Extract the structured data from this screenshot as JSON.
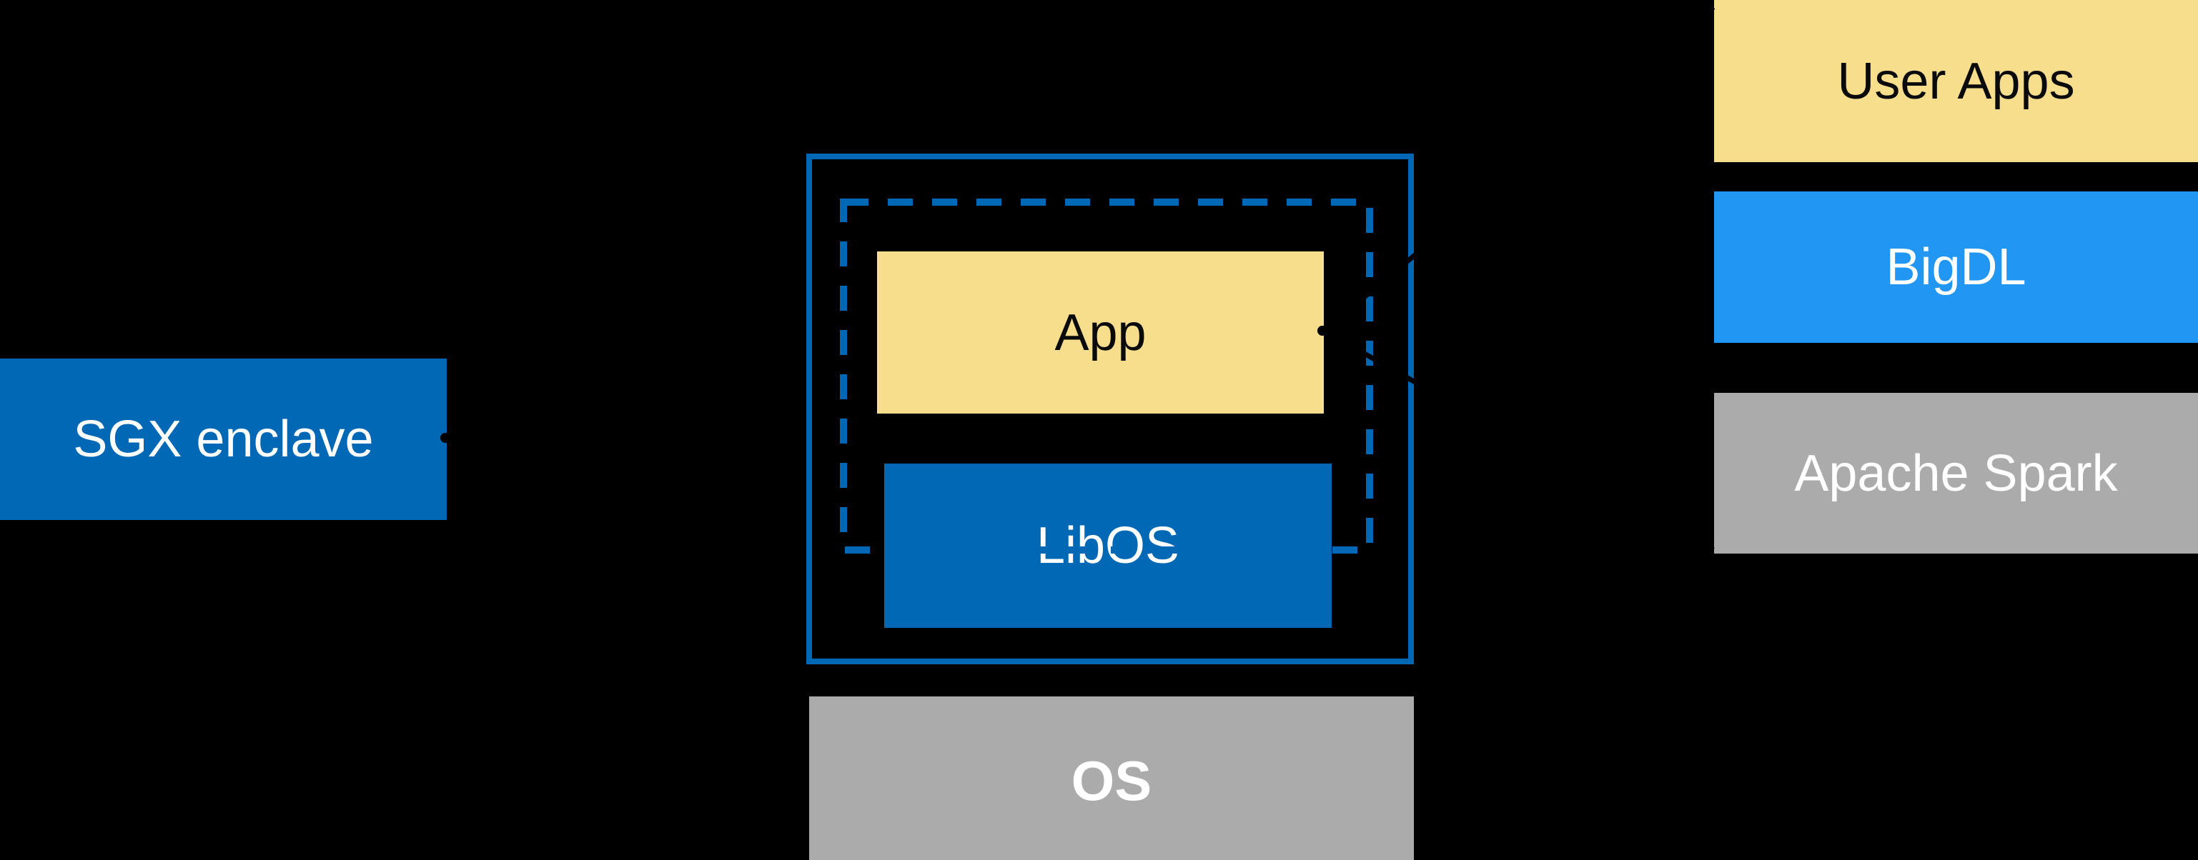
{
  "diagram": {
    "background_color": "#000000",
    "colors": {
      "intel_blue": "#0068B5",
      "bright_blue": "#2196F3",
      "yellow": "#F6DE8D",
      "gray": "#ABABAB",
      "black": "#000000",
      "white": "#FFFFFF"
    },
    "sgx_box": {
      "label": "SGX enclave"
    },
    "enclave": {
      "app_box": {
        "label": "App"
      },
      "libos_box": {
        "label": "LibOS"
      }
    },
    "os_box": {
      "label": "OS"
    },
    "stack": {
      "items": [
        {
          "label": "User Apps"
        },
        {
          "label": "BigDL"
        },
        {
          "label": "Apache Spark"
        }
      ]
    }
  }
}
